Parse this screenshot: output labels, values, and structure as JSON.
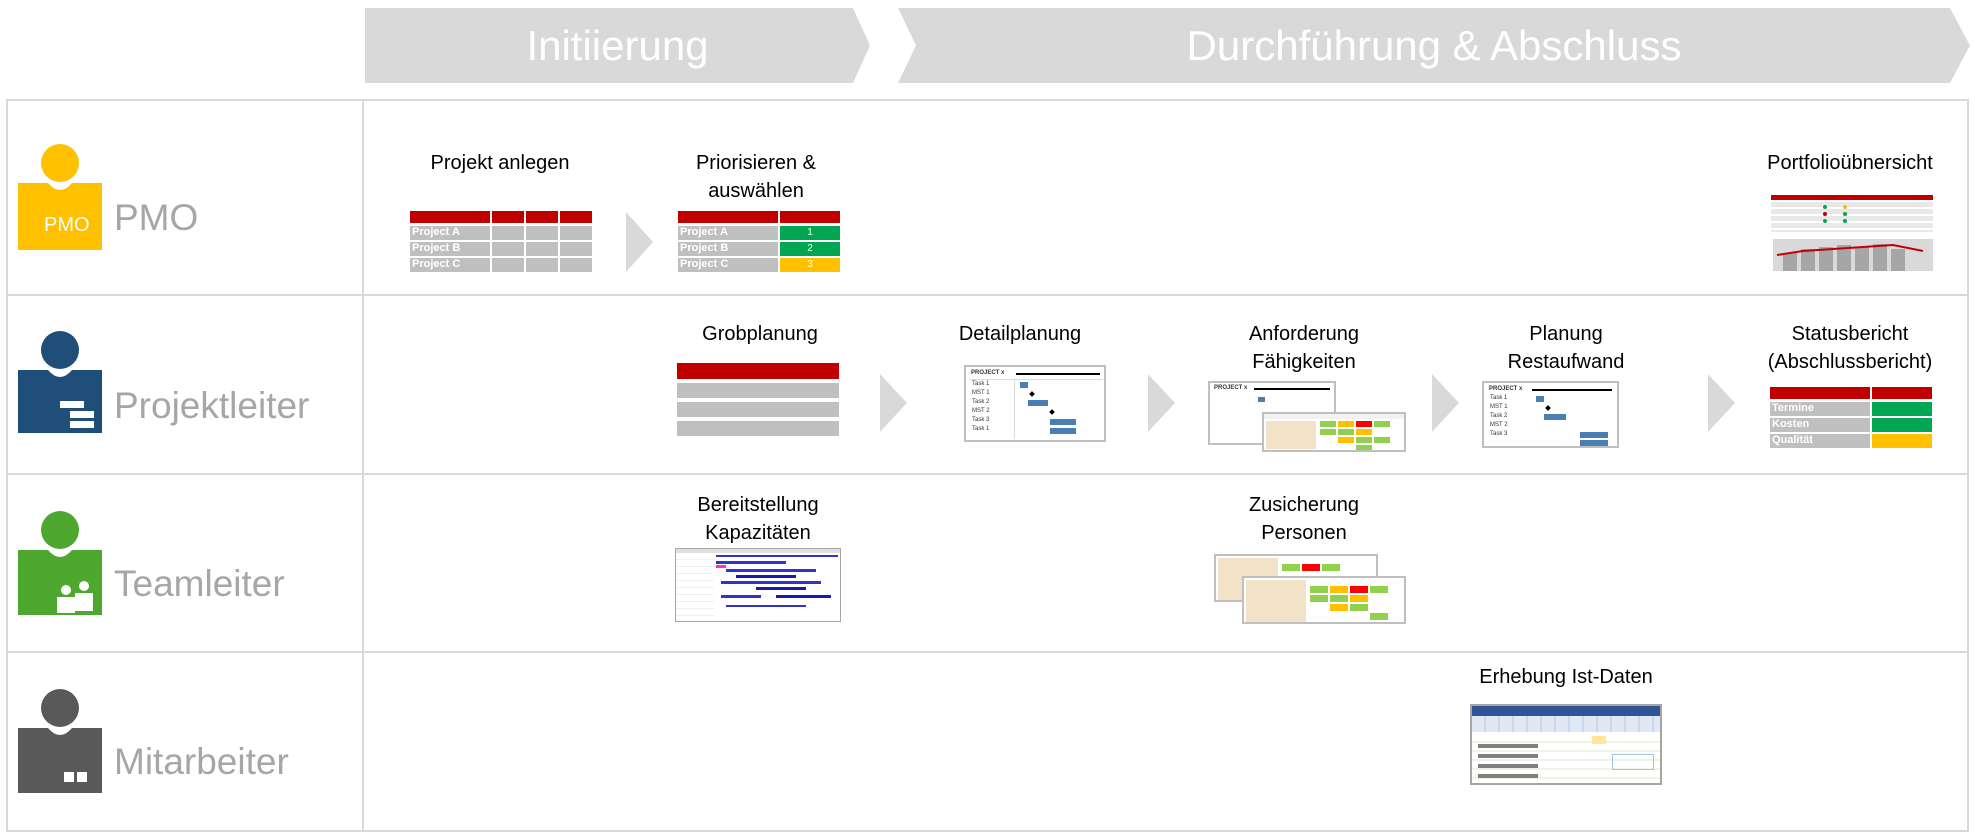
{
  "phases": {
    "initiation": "Initiierung",
    "execution": "Durchführung  &  Abschluss"
  },
  "roles": {
    "pmo": {
      "label": "PMO",
      "badge": "PMO",
      "color": "#ffc000"
    },
    "projektleiter": {
      "label": "Projektleiter",
      "color": "#1f4e79"
    },
    "teamleiter": {
      "label": "Teamleiter",
      "color": "#4ea72e"
    },
    "mitarbeiter": {
      "label": "Mitarbeiter",
      "color": "#595959"
    }
  },
  "steps": {
    "projekt_anlegen": "Projekt anlegen",
    "priorisieren_1": "Priorisieren &",
    "priorisieren_2": "auswählen",
    "portfolio": "Portfolioübnersicht",
    "grobplanung": "Grobplanung",
    "detailplanung": "Detailplanung",
    "anforderung_1": "Anforderung",
    "anforderung_2": "Fähigkeiten",
    "planung_1": "Planung",
    "planung_2": "Restaufwand",
    "status_1": "Statusbericht",
    "status_2": "(Abschlussbericht)",
    "bereitstellung_1": "Bereitstellung",
    "bereitstellung_2": "Kapazitäten",
    "zusicherung_1": "Zusicherung",
    "zusicherung_2": "Personen",
    "erhebung": "Erhebung Ist-Daten"
  },
  "projects": [
    "Project A",
    "Project B",
    "Project C"
  ],
  "priorities": [
    "1",
    "2",
    "3"
  ],
  "status_rows": [
    "Termine",
    "Kosten",
    "Qualität"
  ],
  "gantt": {
    "title": "PROJECT x",
    "rows": [
      "Task 1",
      "MST 1",
      "Task 2",
      "MST 2",
      "Task 3",
      "Task 1"
    ]
  },
  "colors": {
    "header_red": "#c00000",
    "grey": "#bfbfbf",
    "green": "#00a651",
    "yellow": "#ffc000",
    "chevron": "#d9d9d9"
  }
}
